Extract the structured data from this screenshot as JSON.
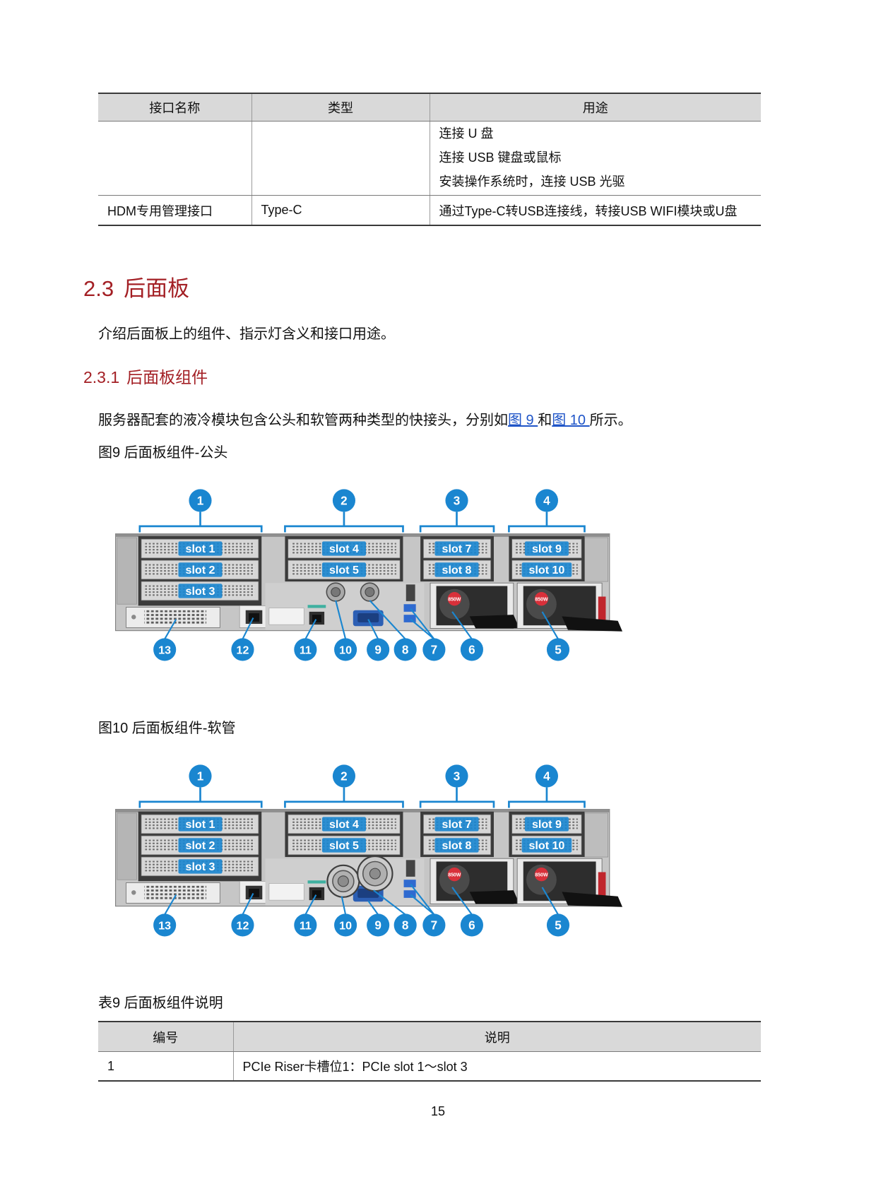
{
  "top_table": {
    "headers": [
      "接口名称",
      "类型",
      "用途"
    ],
    "rows": [
      {
        "name": "",
        "type": "",
        "usage": [
          "连接 U 盘",
          "连接 USB 键盘或鼠标",
          "安装操作系统时，连接 USB 光驱"
        ]
      },
      {
        "name": "HDM专用管理接口",
        "type": "Type-C",
        "usage": [
          "通过Type-C转USB连接线，转接USB WIFI模块或U盘"
        ]
      }
    ]
  },
  "section": {
    "number": "2.3",
    "title": "后面板",
    "intro": "介绍后面板上的组件、指示灯含义和接口用途。"
  },
  "subsection": {
    "number": "2.3.1",
    "title": "后面板组件",
    "paragraph": {
      "before": "服务器配套的液冷模块包含公头和软管两种类型的快接头，分别如",
      "link1": "图 9 ",
      "between": "和",
      "link2": "图 10 ",
      "after": "所示。"
    }
  },
  "figures": [
    {
      "caption": "图9 后面板组件-公头",
      "callouts_top": [
        "1",
        "2",
        "3",
        "4"
      ],
      "callouts_bottom": [
        "13",
        "12",
        "11",
        "10",
        "9",
        "8",
        "7",
        "6",
        "5"
      ],
      "slot_labels": [
        "slot 1",
        "slot 2",
        "slot 3",
        "slot 4",
        "slot 5",
        "slot 7",
        "slot 8",
        "slot 9",
        "slot 10"
      ],
      "psu_label": "850W"
    },
    {
      "caption": "图10 后面板组件-软管",
      "callouts_top": [
        "1",
        "2",
        "3",
        "4"
      ],
      "callouts_bottom": [
        "13",
        "12",
        "11",
        "10",
        "9",
        "8",
        "7",
        "6",
        "5"
      ],
      "slot_labels": [
        "slot 1",
        "slot 2",
        "slot 3",
        "slot 4",
        "slot 5",
        "slot 7",
        "slot 8",
        "slot 9",
        "slot 10"
      ],
      "psu_label": "850W"
    }
  ],
  "component_table": {
    "caption": "表9 后面板组件说明",
    "headers": [
      "编号",
      "说明"
    ],
    "rows": [
      {
        "no": "1",
        "desc": "PCIe Riser卡槽位1：PCIe slot 1～slot 3"
      }
    ]
  },
  "page_number": "15",
  "colors": {
    "heading": "#a31f24",
    "callout": "#1a86d0",
    "link": "#1f55c8"
  }
}
